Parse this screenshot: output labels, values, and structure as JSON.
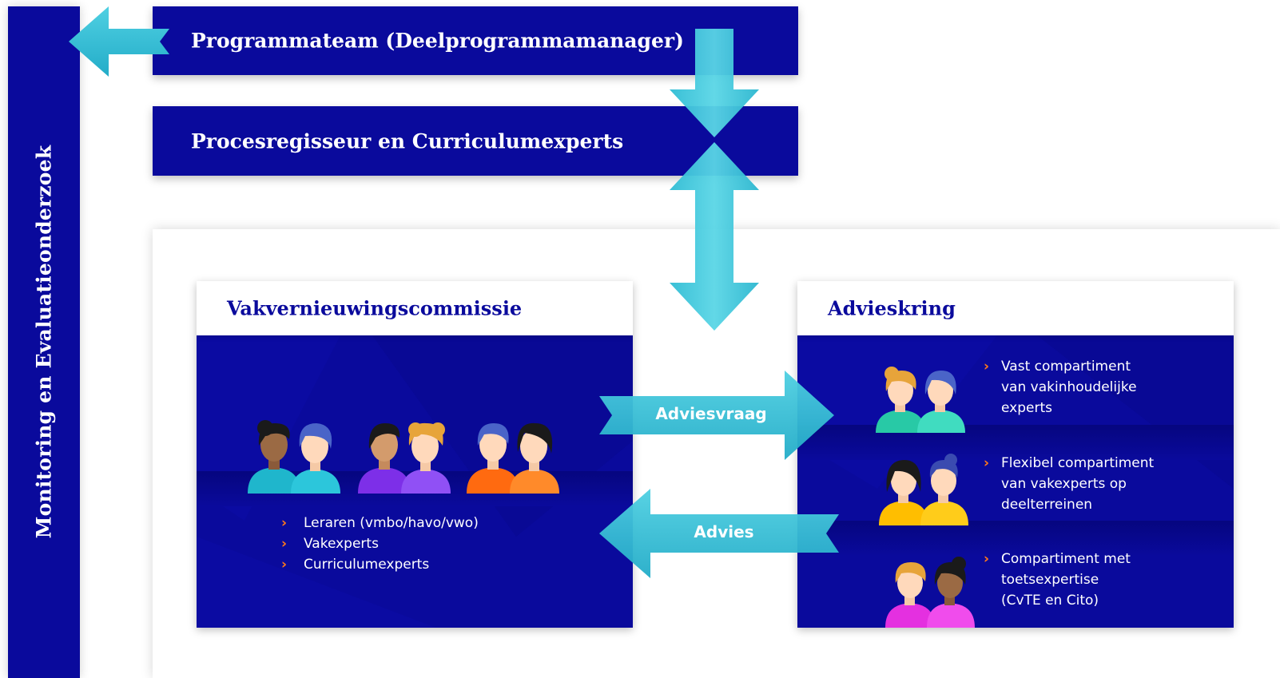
{
  "left_bar": {
    "label": "Monitoring en Evaluatieonderzoek"
  },
  "top_boxes": {
    "programmateam": "Programmateam (Deelprogrammamanager)",
    "procesregisseur": "Procesregisseur en Curriculumexperts"
  },
  "vakvernieuwingscommissie": {
    "title": "Vakvernieuwingscommissie",
    "items": [
      "Leraren (vmbo/havo/vwo)",
      "Vakexperts",
      "Curriculumexperts"
    ]
  },
  "advieskring": {
    "title": "Advieskring",
    "compartments": [
      {
        "lines": [
          "Vast compartiment",
          "van vakinhoudelijke",
          "experts"
        ]
      },
      {
        "lines": [
          "Flexibel compartiment",
          "van vakexperts op",
          "deelterreinen"
        ]
      },
      {
        "lines": [
          "Compartiment met",
          "toetsexpertise",
          "(CvTE en Cito)"
        ]
      }
    ]
  },
  "arrows": {
    "adviesvraag": "Adviesvraag",
    "advies": "Advies"
  },
  "colors": {
    "navy": "#0a0a9c",
    "arrow_cyan": "#35c3d8",
    "arrow_light": "#4fd0e2",
    "chevron_orange": "#ff7a1a",
    "pair_teal": "#1fb6cc",
    "pair_purple": "#8a3cf0",
    "pair_orange": "#ff7a1a",
    "pair_green": "#33d3b4",
    "pair_yellow": "#ffc400",
    "pair_magenta": "#ea3ae6"
  },
  "icons": {
    "people_pairs_commissie": [
      "people-pair-teal-icon",
      "people-pair-purple-icon",
      "people-pair-orange-icon"
    ],
    "people_pairs_advieskring": [
      "people-pair-green-icon",
      "people-pair-yellow-icon",
      "people-pair-magenta-icon"
    ],
    "bullet": "chevron-right-icon"
  }
}
